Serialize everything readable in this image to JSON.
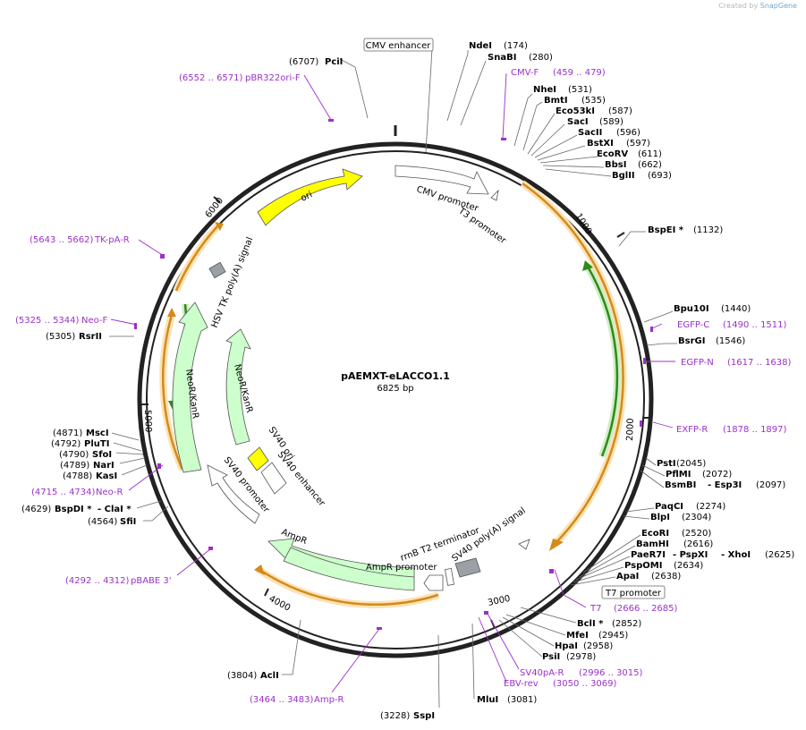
{
  "credit": {
    "prefix": "Created by",
    "brand": "SnapGene"
  },
  "plasmid": {
    "name": "pAEMXT-eLACCO1.1",
    "length": "6825 bp"
  },
  "ticks": [
    "1000",
    "2000",
    "3000",
    "4000",
    "5000",
    "6000"
  ],
  "features": {
    "cmv_enhancer": "CMV enhancer",
    "cmv_promoter": "CMV promoter",
    "t3_promoter": "T3 promoter",
    "ori": "ori",
    "hsv_polya": "HSV TK poly(A) signal",
    "neor_outer": "NeoR/KanR",
    "neor_inner": "NeoR/KanR",
    "sv40_ori": "SV40 ori",
    "sv40_enhancer": "SV40 enhancer",
    "sv40_promoter": "SV40 promoter",
    "ampr": "AmpR",
    "ampr_promoter": "AmpR promoter",
    "rrnb": "rrnB T2 terminator",
    "sv40_polya": "SV40 poly(A) signal",
    "t7_promoter": "T7 promoter"
  },
  "sites": {
    "ndei": {
      "name": "NdeI",
      "pos": "(174)"
    },
    "snabi": {
      "name": "SnaBI",
      "pos": "(280)"
    },
    "nhei": {
      "name": "NheI",
      "pos": "(531)"
    },
    "bmti": {
      "name": "BmtI",
      "pos": "(535)"
    },
    "eco53ki": {
      "name": "Eco53kI",
      "pos": "(587)"
    },
    "saci": {
      "name": "SacI",
      "pos": "(589)"
    },
    "sacii": {
      "name": "SacII",
      "pos": "(596)"
    },
    "bstxi": {
      "name": "BstXI",
      "pos": "(597)"
    },
    "ecorv": {
      "name": "EcoRV",
      "pos": "(611)"
    },
    "bbsi": {
      "name": "BbsI",
      "pos": "(662)"
    },
    "bglii": {
      "name": "BglII",
      "pos": "(693)"
    },
    "bspei": {
      "name": "BspEI *",
      "pos": "(1132)"
    },
    "bpu10i": {
      "name": "Bpu10I",
      "pos": "(1440)"
    },
    "bsrgi": {
      "name": "BsrGI",
      "pos": "(1546)"
    },
    "psti": {
      "name": "PstI",
      "pos": "(2045)"
    },
    "pflmi": {
      "name": "PflMI",
      "pos": "(2072)"
    },
    "bsmbi": {
      "name": "BsmBI",
      "sep": "- Esp3I",
      "pos": "(2097)"
    },
    "paqci": {
      "name": "PaqCI",
      "pos": "(2274)"
    },
    "blpi": {
      "name": "BlpI",
      "pos": "(2304)"
    },
    "ecori": {
      "name": "EcoRI",
      "pos": "(2520)"
    },
    "bamhi": {
      "name": "BamHI",
      "pos": "(2616)"
    },
    "paer7i": {
      "name": "PaeR7I",
      "sep1": "- PspXI",
      "sep2": "- XhoI",
      "pos": "(2625)"
    },
    "pspomi": {
      "name": "PspOMI",
      "pos": "(2634)"
    },
    "apai": {
      "name": "ApaI",
      "pos": "(2638)"
    },
    "bcli": {
      "name": "BclI *",
      "pos": "(2852)"
    },
    "mfei": {
      "name": "MfeI",
      "pos": "(2945)"
    },
    "hpai": {
      "name": "HpaI",
      "pos": "(2958)"
    },
    "psii": {
      "name": "PsiI",
      "pos": "(2978)"
    },
    "mlui": {
      "name": "MluI",
      "pos": "(3081)"
    },
    "sspi": {
      "name": "SspI",
      "pos": "(3228)"
    },
    "acli": {
      "name": "AclI",
      "pos": "(3804)"
    },
    "sfii": {
      "name": "SfiI",
      "pos": "(4564)"
    },
    "bspdi": {
      "name": "BspDI *",
      "sep": "- ClaI *",
      "pos": "(4629)"
    },
    "kasi": {
      "name": "KasI",
      "pos": "(4788)"
    },
    "nari": {
      "name": "NarI",
      "pos": "(4789)"
    },
    "sfoi": {
      "name": "SfoI",
      "pos": "(4790)"
    },
    "pluti": {
      "name": "PluTI",
      "pos": "(4792)"
    },
    "msci": {
      "name": "MscI",
      "pos": "(4871)"
    },
    "rsrii": {
      "name": "RsrII",
      "pos": "(5305)"
    },
    "pcii": {
      "name": "PciI",
      "pos": "(6707)"
    }
  },
  "primers": {
    "cmvf": {
      "name": "CMV-F",
      "range": "(459 .. 479)"
    },
    "egfpc": {
      "name": "EGFP-C",
      "range": "(1490 .. 1511)"
    },
    "egfpn": {
      "name": "EGFP-N",
      "range": "(1617 .. 1638)"
    },
    "exfpr": {
      "name": "EXFP-R",
      "range": "(1878 .. 1897)"
    },
    "t7": {
      "name": "T7",
      "range": "(2666 .. 2685)"
    },
    "sv40par": {
      "name": "SV40pA-R",
      "range": "(2996 .. 3015)"
    },
    "ebvrev": {
      "name": "EBV-rev",
      "range": "(3050 .. 3069)"
    },
    "ampr": {
      "name": "Amp-R",
      "range": "(3464 .. 3483)"
    },
    "pbabe3": {
      "name": "pBABE 3'",
      "range": "(4292 .. 4312)"
    },
    "neor": {
      "name": "Neo-R",
      "range": "(4715 .. 4734)"
    },
    "neof": {
      "name": "Neo-F",
      "range": "(5325 .. 5344)"
    },
    "tkpar": {
      "name": "TK-pA-R",
      "range": "(5643 .. 5662)"
    },
    "pbr322": {
      "name": "pBR322ori-F",
      "range": "(6552 .. 6571)"
    }
  },
  "colors": {
    "backbone": "#222222",
    "orf_fill": "#f3a42f",
    "orf_halo": "#fde2b4",
    "green_line": "#2e8b1a",
    "green_halo": "#cfeec4",
    "ori_fill": "#ffff00",
    "marker_fill": "#ccffcc",
    "primer": "#9b30c9",
    "polya": "#9aa0a6"
  }
}
